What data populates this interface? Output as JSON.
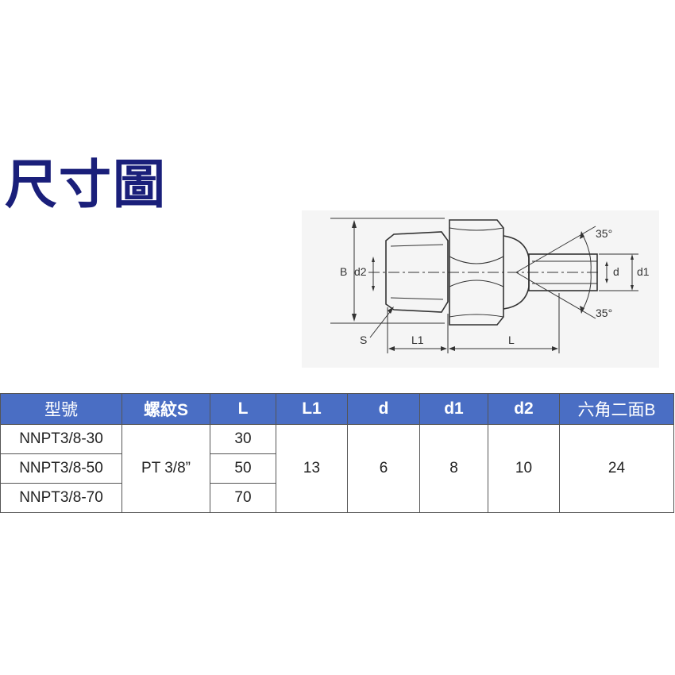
{
  "title": "尺寸圖",
  "diagram": {
    "labels": {
      "angle_top": "35°",
      "angle_bottom": "35°",
      "B": "B",
      "d2": "d2",
      "d": "d",
      "d1": "d1",
      "S": "S",
      "L1": "L1",
      "L": "L"
    }
  },
  "table": {
    "headers": [
      "型號",
      "螺紋S",
      "L",
      "L1",
      "d",
      "d1",
      "d2",
      "六角二面B"
    ],
    "models": [
      "NNPT3/8-30",
      "NNPT3/8-50",
      "NNPT3/8-70"
    ],
    "thread": "PT 3/8”",
    "lengths": [
      "30",
      "50",
      "70"
    ],
    "L1": "13",
    "d": "6",
    "d1": "8",
    "d2": "10",
    "hex_B": "24"
  }
}
